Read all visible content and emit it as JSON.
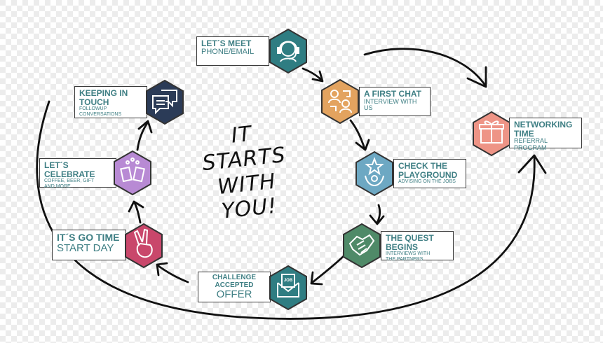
{
  "handwritten": {
    "line1": "IT",
    "line2": "STARTS",
    "line3": "WITH",
    "line4": "YOU!"
  },
  "steps": {
    "meet": {
      "title": "LET´S MEET",
      "subtitle": "PHONE/EMAIL",
      "icon": "headset-person-icon",
      "color": "#2f7d82"
    },
    "chat": {
      "title": "A FIRST CHAT",
      "subtitle": "INTERVIEW WITH US",
      "icon": "chat-people-icon",
      "color": "#e3a35f"
    },
    "playground": {
      "title": "CHECK THE PLAYGROUND",
      "subtitle": "ADVISING ON THE JOBS",
      "icon": "star-person-icon",
      "color": "#6da8c3"
    },
    "quest": {
      "title": "THE QUEST BEGINS",
      "subtitle": "INTERVIEWS WITH THE PARTNERS",
      "icon": "handshake-icon",
      "color": "#4f8a68"
    },
    "offer": {
      "title": "CHALLENGE ACCEPTED",
      "subtitle": "OFFER",
      "icon": "job-envelope-icon",
      "color": "#2f7d82",
      "icon_label": "JOB"
    },
    "start": {
      "title": "IT´S GO TIME",
      "subtitle": "START DAY",
      "icon": "peace-hand-icon",
      "color": "#c9476b"
    },
    "celebrate": {
      "title": "LET´S CELEBRATE",
      "subtitle": "COFFEE, BEER, GIFT AND MORE",
      "icon": "cheers-mugs-icon",
      "color": "#b88ad4"
    },
    "touch": {
      "title": "KEEPING IN TOUCH",
      "subtitle": "FOLLOWUP CONVERSATIONS",
      "icon": "speech-bubbles-icon",
      "color": "#2b3b57"
    },
    "networking": {
      "title": "NETWORKING TIME",
      "subtitle": "REFERRAL PROGRAM",
      "icon": "gift-box-icon",
      "color": "#ee9486"
    }
  },
  "colors": {
    "text": "#3f7f84",
    "arrow": "#111111",
    "border": "#3a3a3a"
  }
}
